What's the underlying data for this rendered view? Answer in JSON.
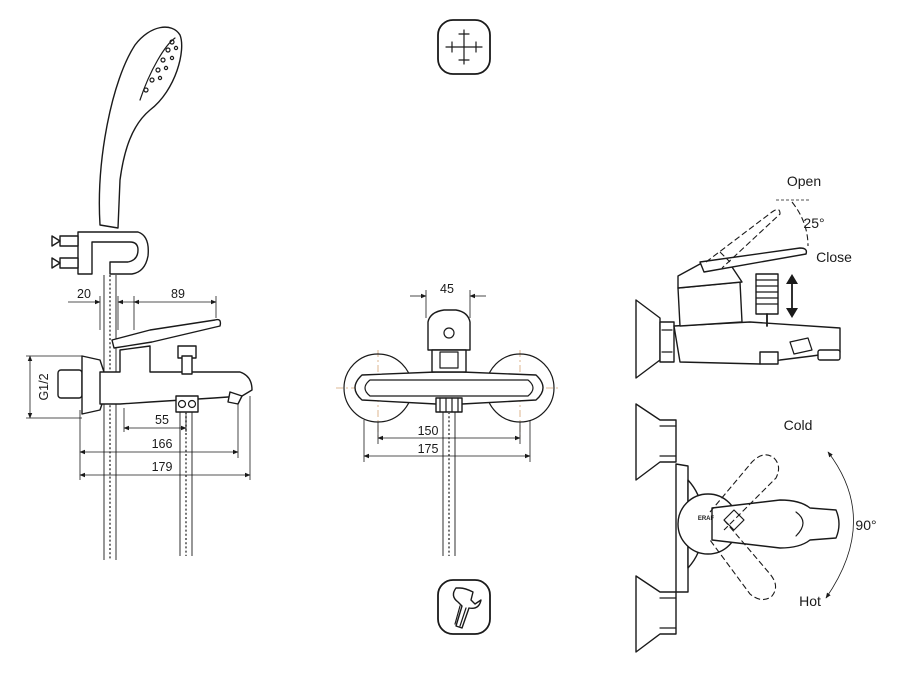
{
  "dimensions": {
    "side_top_20": "20",
    "side_top_89": "89",
    "side_55": "55",
    "side_166": "166",
    "side_179": "179",
    "thread": "G1/2",
    "front_45": "45",
    "front_150": "150",
    "front_175": "175",
    "angle_25": "25°",
    "angle_90": "90°"
  },
  "labels": {
    "open": "Open",
    "close": "Close",
    "cold": "Cold",
    "hot": "Hot"
  },
  "icons": {
    "install_icon": "crosshair-install-icon",
    "service_icon": "wrench-service-icon",
    "brand_mark": "ERAF"
  },
  "colors": {
    "line": "#1a1a1a",
    "center_line": "#d4a373",
    "hose": "#555555"
  }
}
